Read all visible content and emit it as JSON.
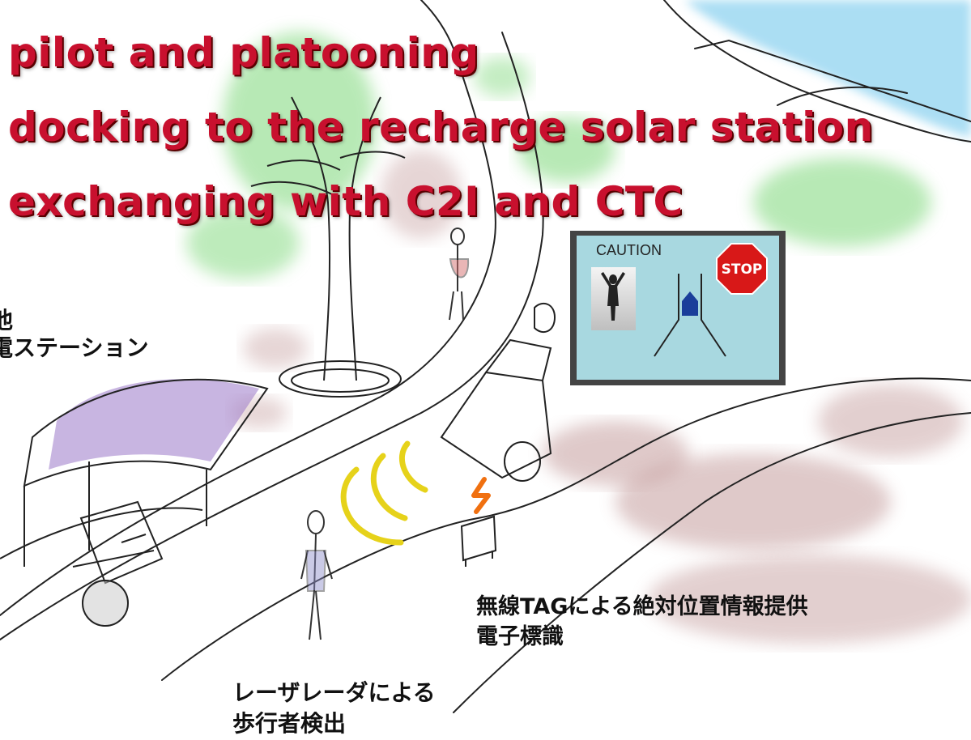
{
  "title": {
    "line1": "pilot and platooning",
    "line2": "docking to the recharge solar station",
    "line3": "exchanging with C2I and CTC"
  },
  "labels": {
    "solar_station_line1": "池",
    "solar_station_line2": "電ステーション",
    "tag_line1": "無線TAGによる絶対位置情報提供",
    "tag_line2": "電子標識",
    "laser_line1": "レーザレーダによる",
    "laser_line2": "歩行者検出"
  },
  "sign": {
    "caution": "CAUTION",
    "stop": "STOP"
  },
  "colors": {
    "title": "#c8102e",
    "sign_background": "#a8d8e0",
    "stop_sign": "#d81818",
    "radar_waves": "#e6d21a",
    "spark": "#f07010",
    "solar_panel": "#9a78c8",
    "vegetation": "#7ed87a",
    "water": "#8fd3f0",
    "ground_tint": "#b98a8a"
  }
}
